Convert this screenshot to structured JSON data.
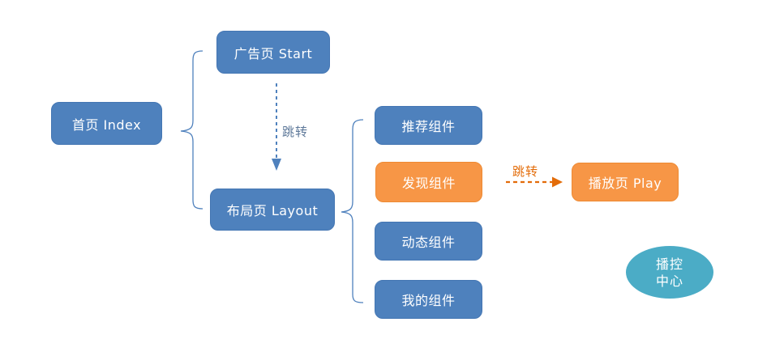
{
  "diagram": {
    "nodes": {
      "index": {
        "label": "首页 Index"
      },
      "start": {
        "label": "广告页 Start"
      },
      "layout": {
        "label": "布局页 Layout"
      },
      "recommend": {
        "label": "推荐组件"
      },
      "discover": {
        "label": "发现组件"
      },
      "dynamic": {
        "label": "动态组件"
      },
      "mine": {
        "label": "我的组件"
      },
      "play": {
        "label": "播放页 Play"
      },
      "center": {
        "line1": "播控",
        "line2": "中心"
      }
    },
    "edges": {
      "start_to_layout": {
        "label": "跳转"
      },
      "discover_to_play": {
        "label": "跳转"
      }
    }
  },
  "colors": {
    "node-blue": "#4E81BD",
    "node-blue-border": "#4476B3",
    "node-orange": "#F79646",
    "node-orange-border": "#EE8A33",
    "node-teal": "#4BACC6",
    "connector-blue": "#4F81BD",
    "connector-orange": "#E36C09",
    "label-blue": "#5D7899",
    "label-orange": "#E36C09"
  }
}
